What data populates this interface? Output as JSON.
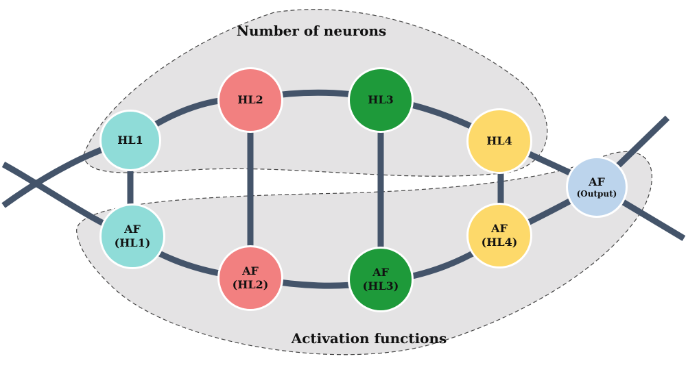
{
  "titles": {
    "top": "Number of neurons",
    "bottom": "Activation functions"
  },
  "colors": {
    "hl1": "#8fdcd8",
    "hl2": "#f28080",
    "hl3": "#1e9a3a",
    "hl4": "#fdd96a",
    "output": "#bcd4ec",
    "edge": "#44546a",
    "region": "#e4e3e4"
  },
  "nodes": {
    "hl1": {
      "label": "HL1"
    },
    "hl2": {
      "label": "HL2"
    },
    "hl3": {
      "label": "HL3"
    },
    "hl4": {
      "label": "HL4"
    },
    "af_hl1": {
      "line1": "AF",
      "line2": "(HL1)"
    },
    "af_hl2": {
      "line1": "AF",
      "line2": "(HL2)"
    },
    "af_hl3": {
      "line1": "AF",
      "line2": "(HL3)"
    },
    "af_hl4": {
      "line1": "AF",
      "line2": "(HL4)"
    },
    "af_output": {
      "line1": "AF",
      "line2": "(Output)"
    }
  }
}
